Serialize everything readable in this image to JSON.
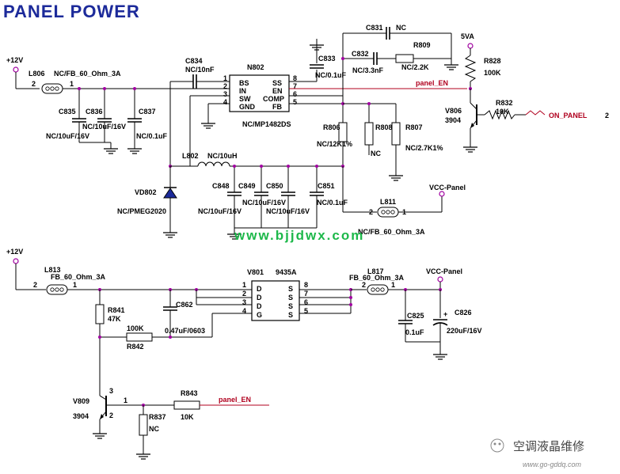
{
  "title": "PANEL POWER",
  "colors": {
    "wire": "#000000",
    "net": "#b0001e",
    "dot": "#a000a0",
    "title": "#1c2a9a",
    "site": "#1db84a"
  },
  "top": {
    "rail_12v": "+12V",
    "l806": {
      "ref": "L806",
      "value": "NC/FB_60_Ohm_3A",
      "pin2": "2",
      "pin1": "1"
    },
    "c834": {
      "ref": "C834",
      "value": "NC/10nF"
    },
    "n802": {
      "ref": "N802",
      "part": "NC/MP1482DS",
      "left_pins": [
        "BS",
        "IN",
        "SW",
        "GND"
      ],
      "right_pins": [
        "SS",
        "EN",
        "COMP",
        "FB"
      ],
      "left_nums": [
        "1",
        "2",
        "3",
        "4"
      ],
      "right_nums": [
        "8",
        "7",
        "6",
        "5"
      ]
    },
    "c831": {
      "ref": "C831",
      "value": "NC"
    },
    "c833": {
      "ref": "C833",
      "value": "NC/0.1uF"
    },
    "c832": {
      "ref": "C832",
      "value": "NC/3.3nF"
    },
    "r809": {
      "ref": "R809",
      "value": "NC/2.2K"
    },
    "rail_5va": "5VA",
    "r828": {
      "ref": "R828",
      "value": "100K"
    },
    "net_panel_en": "panel_EN",
    "v806": {
      "ref": "V806",
      "value": "3904"
    },
    "r832": {
      "ref": "R832",
      "value": "10K"
    },
    "on_panel": "ON_PANEL",
    "on_panel_sheet": "2",
    "c835": {
      "ref": "C835",
      "value": "NC/10uF/16V"
    },
    "c836": {
      "ref": "C836",
      "value": "NC/10uF/16V"
    },
    "c837": {
      "ref": "C837",
      "value": "NC/0.1uF"
    },
    "r806": {
      "ref": "R806",
      "value": "NC/12K1%"
    },
    "r808": {
      "ref": "R808",
      "value": "NC"
    },
    "r807": {
      "ref": "R807",
      "value": "NC/2.7K1%"
    },
    "l802": {
      "ref": "L802",
      "value": "NC/10uH"
    },
    "vd802": {
      "ref": "VD802",
      "value": "NC/PMEG2020"
    },
    "c848": {
      "ref": "C848",
      "value": "NC/10uF/16V"
    },
    "c849": {
      "ref": "C849",
      "value": "NC/10uF/16V"
    },
    "c850": {
      "ref": "C850",
      "value": "NC/10uF/16V"
    },
    "c851": {
      "ref": "C851",
      "value": "NC/0.1uF"
    },
    "rail_vcc_panel": "VCC-Panel",
    "l811": {
      "ref": "L811",
      "value": "NC/FB_60_Ohm_3A",
      "pin2": "2",
      "pin1": "1"
    }
  },
  "site_url": "www.bjjdwx.com",
  "bottom": {
    "rail_12v": "+12V",
    "l813": {
      "ref": "L813",
      "value": "FB_60_Ohm_3A",
      "pin2": "2",
      "pin1": "1"
    },
    "v801": {
      "ref": "V801",
      "part": "9435A",
      "left_pins": [
        "D",
        "D",
        "D",
        "G"
      ],
      "right_pins": [
        "S",
        "S",
        "S",
        "S"
      ],
      "left_nums": [
        "1",
        "2",
        "3",
        "4"
      ],
      "right_nums": [
        "8",
        "7",
        "6",
        "5"
      ]
    },
    "l817": {
      "ref": "L817",
      "value": "FB_60_Ohm_3A",
      "pin2": "2",
      "pin1": "1"
    },
    "rail_vcc_panel": "VCC-Panel",
    "r841": {
      "ref": "R841",
      "value": "47K"
    },
    "c862": {
      "ref": "C862",
      "value": "0.47uF/0603"
    },
    "r842": {
      "ref": "R842",
      "value": "100K"
    },
    "c825": {
      "ref": "C825",
      "value": "0.1uF"
    },
    "c826": {
      "ref": "C826",
      "value": "220uF/16V",
      "polarity": "+"
    },
    "v809": {
      "ref": "V809",
      "value": "3904",
      "pin3": "3",
      "pin2": "2"
    },
    "r843": {
      "ref": "R843",
      "value": "10K"
    },
    "net_panel_en": "panel_EN",
    "pin1": "1",
    "r837": {
      "ref": "R837",
      "value": "NC"
    }
  },
  "watermark": {
    "name": "空调液晶维修",
    "url": "www.go-gddq.com"
  }
}
